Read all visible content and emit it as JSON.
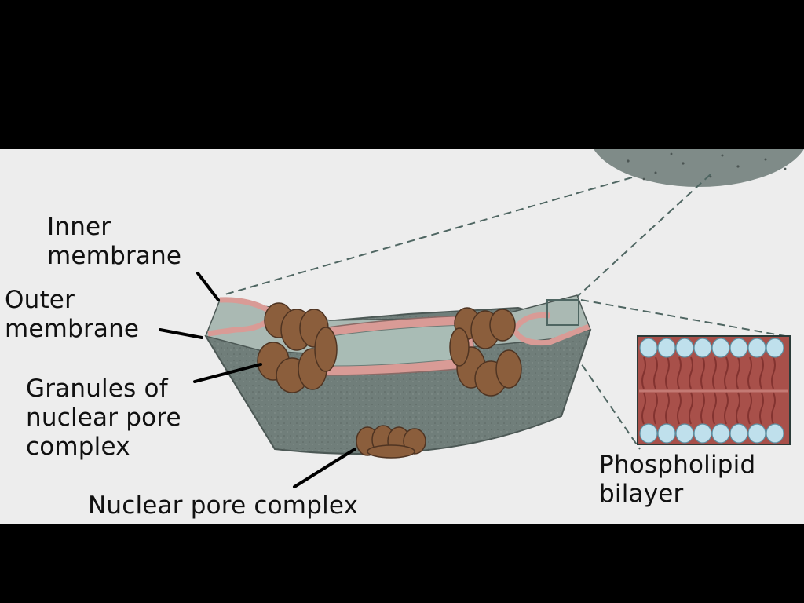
{
  "labels": {
    "inner_membrane": [
      "Inner",
      "membrane"
    ],
    "outer_membrane": [
      "Outer",
      "membrane"
    ],
    "granules": [
      "Granules of",
      "nuclear pore",
      "complex"
    ],
    "nuclear_pore_complex": "Nuclear pore complex",
    "phospholipid_bilayer": [
      "Phospholipid",
      "bilayer"
    ]
  },
  "colors": {
    "background_frame": "#000000",
    "panel": "#ededed",
    "envelope_gray": "#6f7d79",
    "lumen_green": "#a9bcb5",
    "membrane_pink": "#d99b96",
    "pore_brown": "#8b5e3c",
    "lipid_head_blue": "#bfe0ec",
    "lipid_tail_red": "#a8504a"
  }
}
